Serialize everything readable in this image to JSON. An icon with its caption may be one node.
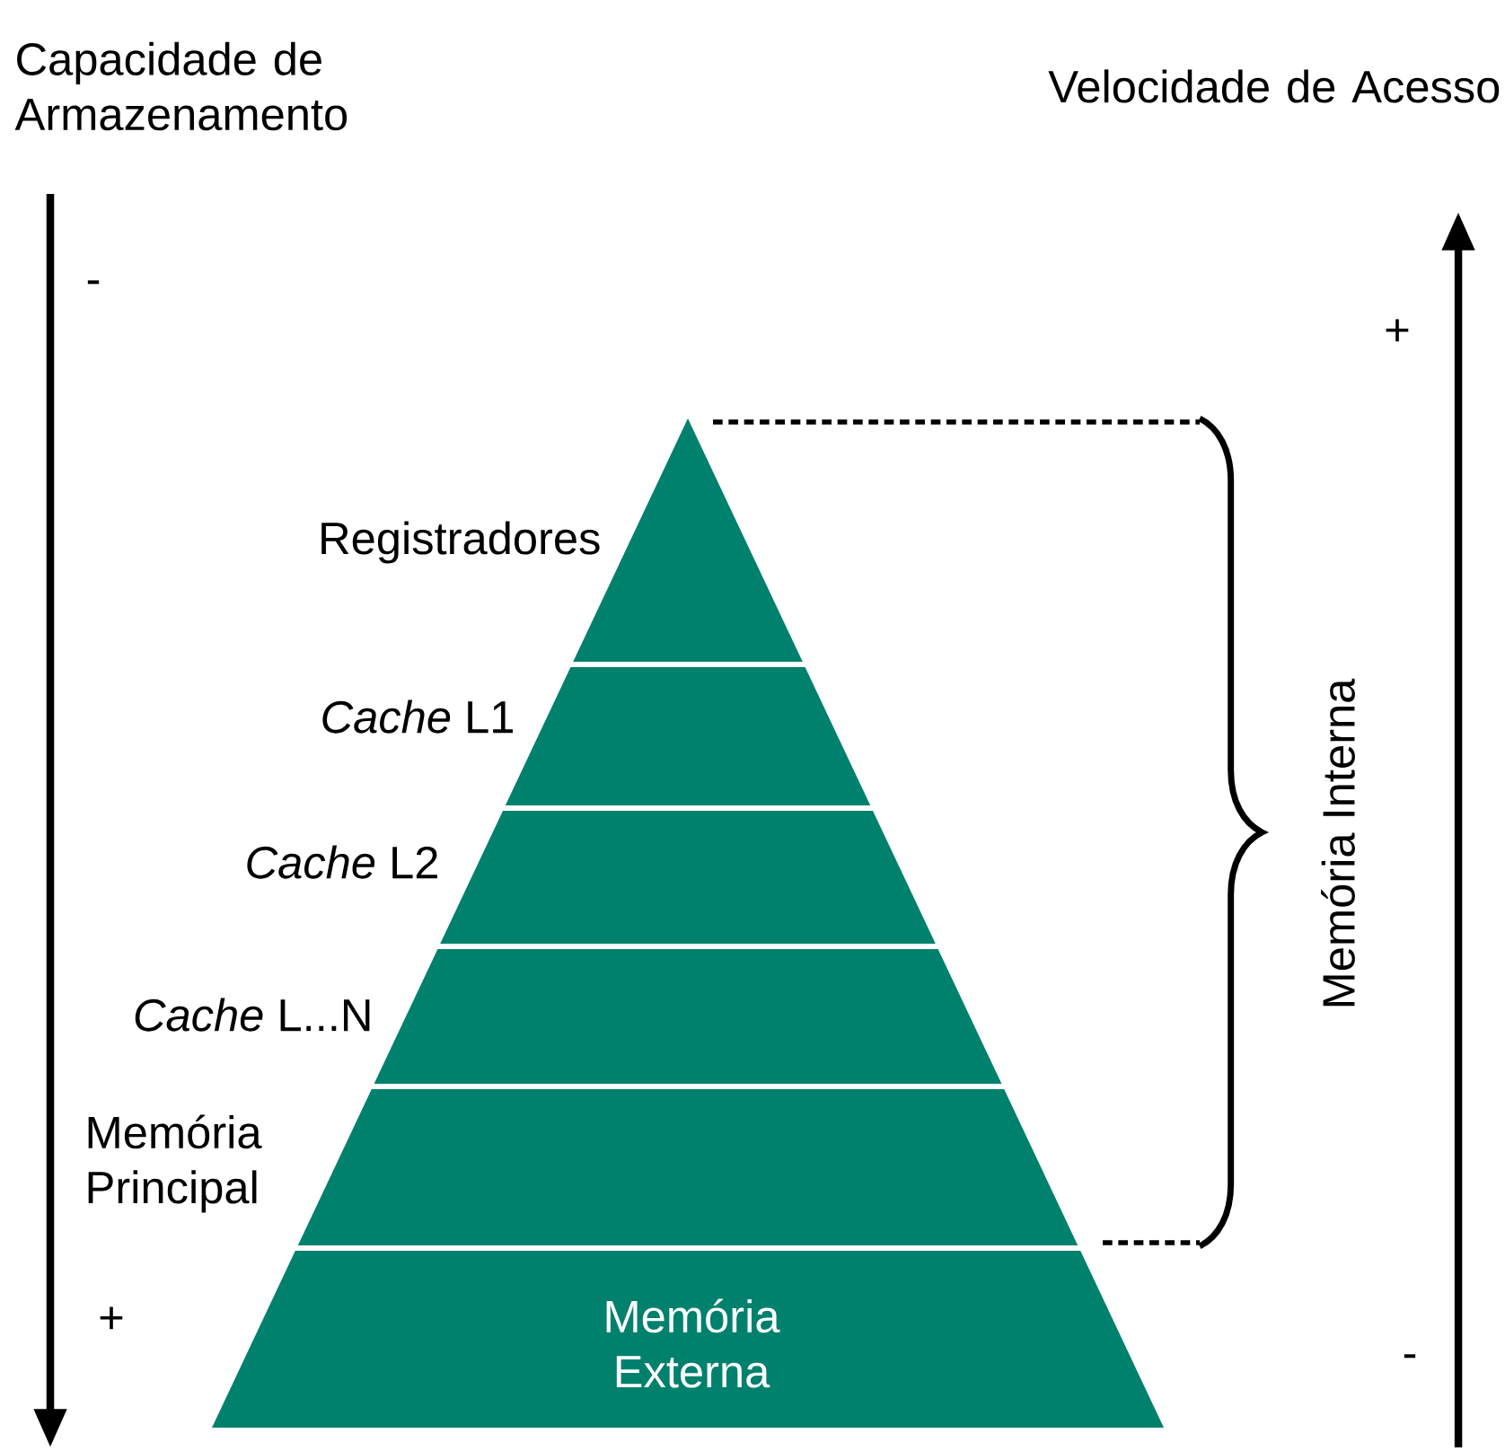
{
  "diagram": {
    "nodes": [
      {
        "text": [
          "Registradores"
        ]
      },
      {
        "text": [
          "*Cache* L1"
        ]
      },
      {
        "text": [
          "*Cache* L2"
        ]
      },
      {
        "text": [
          "*Cache* L...N"
        ]
      },
      {
        "text": [
          "Memória Principal"
        ]
      },
      {
        "text": [
          "Memória Externa"
        ]
      }
    ],
    "labels": [
      "Capacidade de Armazenamento",
      "Velocidade de Acesso",
      "-",
      "+",
      "Memória Interna",
      "+",
      "-"
    ]
  }
}
